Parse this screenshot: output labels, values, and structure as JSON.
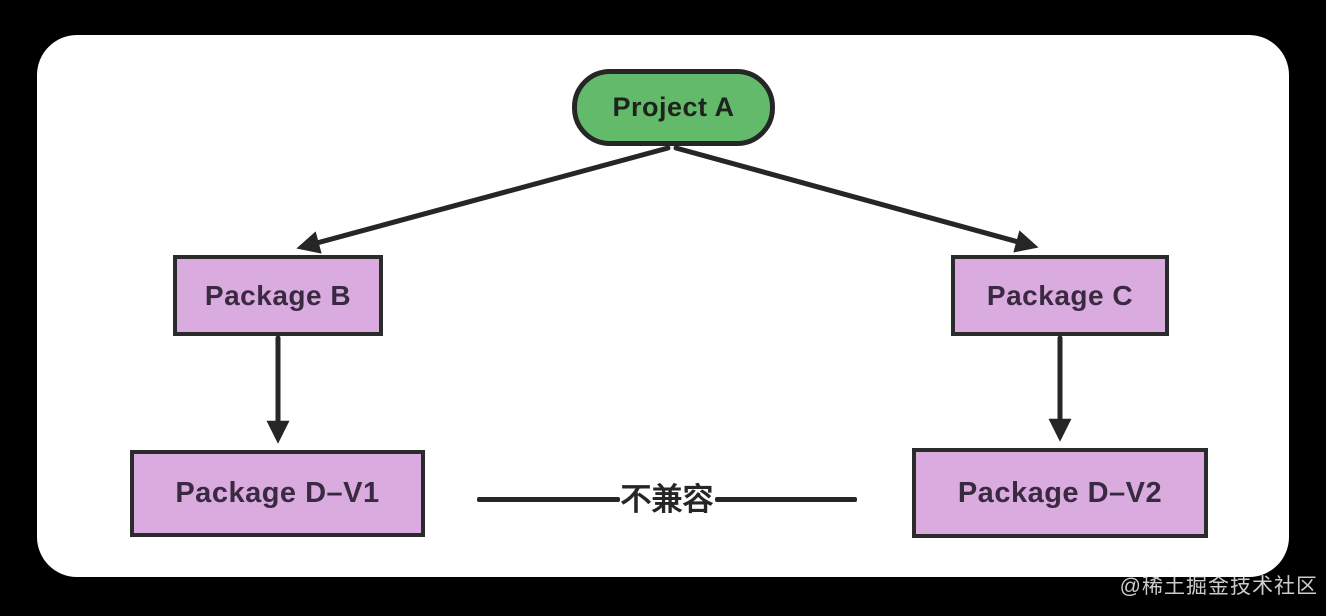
{
  "diagram": {
    "title_node": {
      "label": "Project A"
    },
    "nodes": {
      "project_a": {
        "label": "Project A",
        "shape": "rounded-pill",
        "fill": "#64ba6b"
      },
      "package_b": {
        "label": "Package B",
        "shape": "rectangle",
        "fill": "#d9abde"
      },
      "package_c": {
        "label": "Package C",
        "shape": "rectangle",
        "fill": "#d9abde"
      },
      "package_d_v1": {
        "label": "Package D–V1",
        "shape": "rectangle",
        "fill": "#d9abde"
      },
      "package_d_v2": {
        "label": "Package D–V2",
        "shape": "rectangle",
        "fill": "#d9abde"
      }
    },
    "edges": [
      {
        "from": "project_a",
        "to": "package_b",
        "style": "arrow"
      },
      {
        "from": "project_a",
        "to": "package_c",
        "style": "arrow"
      },
      {
        "from": "package_b",
        "to": "package_d_v1",
        "style": "arrow"
      },
      {
        "from": "package_c",
        "to": "package_d_v2",
        "style": "arrow"
      }
    ],
    "conflict": {
      "label": "不兼容",
      "between": [
        "package_d_v1",
        "package_d_v2"
      ],
      "style": "plain-line"
    },
    "colors": {
      "page_background": "#000000",
      "card_background": "#ffffff",
      "green_node_fill": "#64ba6b",
      "purple_node_fill": "#d9abde",
      "node_border": "#2b2b2b",
      "arrow_stroke": "#262626",
      "purple_node_text": "#3a2a41"
    }
  },
  "watermark": {
    "text": "@稀土掘金技术社区"
  }
}
